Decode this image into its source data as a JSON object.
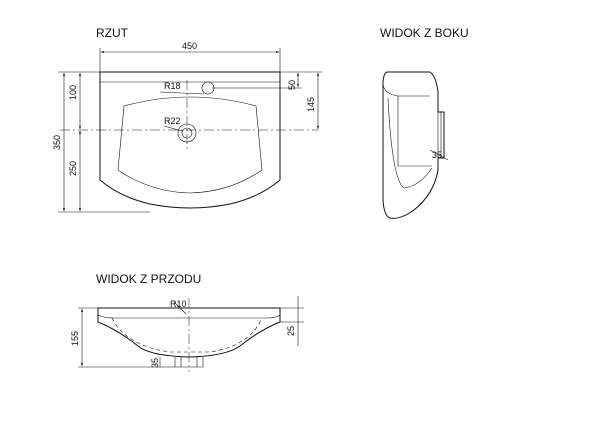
{
  "views": {
    "top": {
      "title": "RZUT",
      "width_dim": "450",
      "depth_total_dim": "350",
      "front_edge_dim": "100",
      "bowl_depth_dim": "250",
      "tap_offset_dim": "50",
      "drain_offset_dim": "145",
      "tap_hole_radius": "R18",
      "drain_radius": "R22"
    },
    "side": {
      "title": "WIDOK Z BOKU",
      "drain_dim": "35"
    },
    "front": {
      "title": "WIDOK Z PRZODU",
      "height_dim": "155",
      "rim_dim": "25",
      "drain_radius": "R10",
      "drain_dim": "35"
    }
  }
}
